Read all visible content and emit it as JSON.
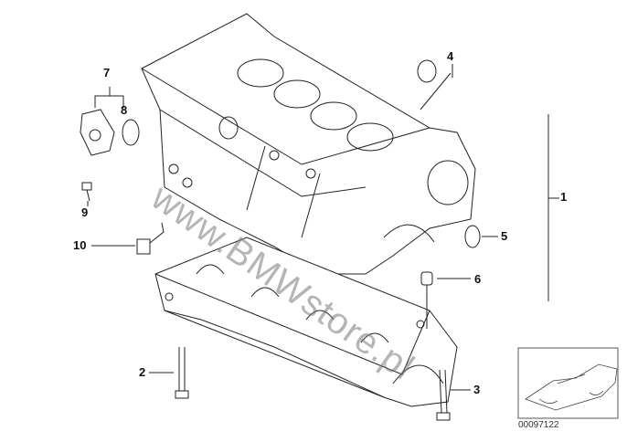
{
  "diagram": {
    "callouts": [
      {
        "number": "1",
        "part": "engine-block-assembly"
      },
      {
        "number": "2",
        "part": "bolt"
      },
      {
        "number": "3",
        "part": "bolt"
      },
      {
        "number": "4",
        "part": "plug"
      },
      {
        "number": "5",
        "part": "sealing-ring"
      },
      {
        "number": "6",
        "part": "dowel-sleeve"
      },
      {
        "number": "7",
        "part": "cover-with-gasket"
      },
      {
        "number": "8",
        "part": "o-ring"
      },
      {
        "number": "9",
        "part": "screw"
      },
      {
        "number": "10",
        "part": "sensor"
      }
    ],
    "watermark": "www.BMWstore.pl",
    "image_code": "00097122"
  },
  "colors": {
    "line": "#222222",
    "watermark": "#8a8a8a"
  }
}
